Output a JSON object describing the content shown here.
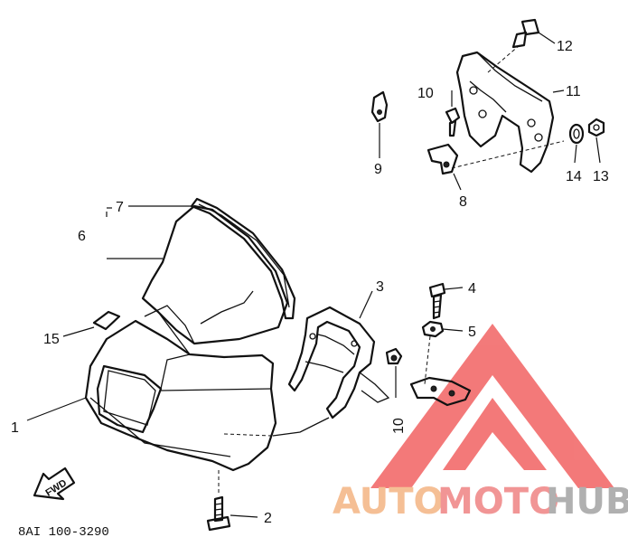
{
  "diagram_code": "8AI 100-3290",
  "direction_label": "FWD",
  "callouts": {
    "c1": "1",
    "c2": "2",
    "c3": "3",
    "c4": "4",
    "c5": "5",
    "c6": "6",
    "c7": "7",
    "c8": "8",
    "c9": "9",
    "c10a": "10",
    "c10b": "10",
    "c11": "11",
    "c12": "12",
    "c13": "13",
    "c14": "14",
    "c15": "15"
  },
  "watermark": {
    "word_auto": "AUTO",
    "word_moto": "MOTO",
    "word_hub": "HUB",
    "colors": {
      "auto": "#f4b98a",
      "moto": "#f08a8a",
      "hub": "#a8a8a8",
      "triangle": "#f26b6b"
    }
  }
}
